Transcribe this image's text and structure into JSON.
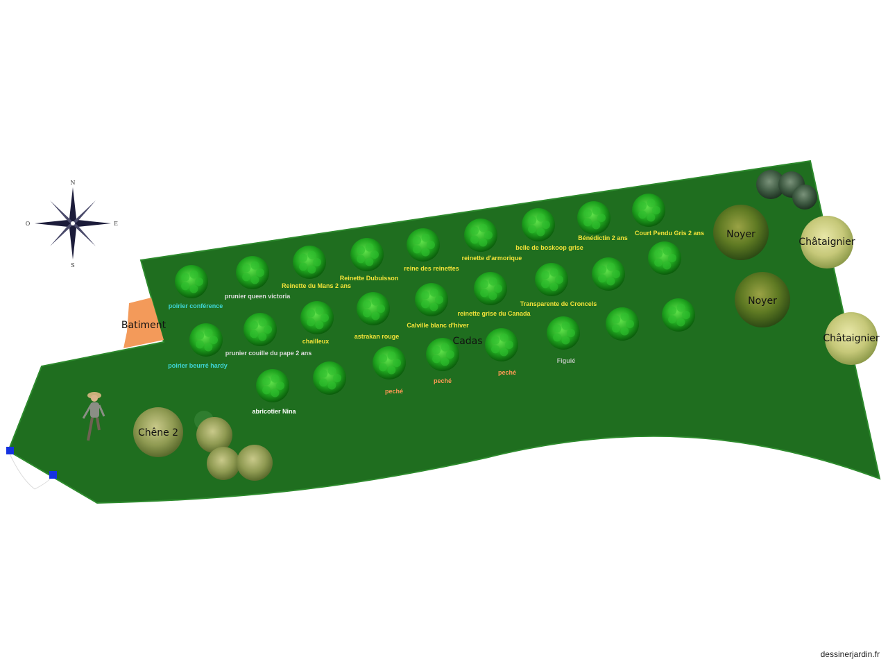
{
  "compass": {
    "north": "N",
    "south": "S",
    "east": "E",
    "west": "O"
  },
  "structures": {
    "building": "Batiment",
    "zone": "Cadas"
  },
  "colors": {
    "lawn": "#1f6e1f",
    "lawn_edge": "#2d8a2d",
    "building": "#f39a5a",
    "label_yellow": "#f2e23a",
    "label_cyan": "#3fd6d6",
    "label_white": "#ffffff",
    "label_orange": "#ff9a55",
    "label_gray": "#b7c2b7"
  },
  "fruit_trees": [
    {
      "label": "poirier conférence",
      "color": "#3fd6d6"
    },
    {
      "label": "prunier queen victoria",
      "color": "#dcdcdc"
    },
    {
      "label": "Reinette du Mans 2 ans",
      "color": "#f2e23a"
    },
    {
      "label": "Reinette Dubuisson",
      "color": "#f2e23a"
    },
    {
      "label": "reine des reinettes",
      "color": "#f2e23a"
    },
    {
      "label": "reinette d'armorique",
      "color": "#f2e23a"
    },
    {
      "label": "belle de boskoop grise",
      "color": "#f2e23a"
    },
    {
      "label": "Bénédictin 2 ans",
      "color": "#f2e23a"
    },
    {
      "label": "Court Pendu Gris 2 ans",
      "color": "#f2e23a"
    },
    {
      "label": "",
      "color": "#f2e23a"
    },
    {
      "label": "prunier couille du pape 2 ans",
      "color": "#dcdcdc"
    },
    {
      "label": "chailleux",
      "color": "#f2e23a"
    },
    {
      "label": "astrakan rouge",
      "color": "#f2e23a"
    },
    {
      "label": "Calville blanc d'hiver",
      "color": "#f2e23a"
    },
    {
      "label": "reinette grise du Canada",
      "color": "#f2e23a"
    },
    {
      "label": "Transparente de Croncels",
      "color": "#f2e23a"
    },
    {
      "label": "",
      "color": "#f2e23a"
    },
    {
      "label": "",
      "color": "#f2e23a"
    },
    {
      "label": "poirier beurré hardy",
      "color": "#3fd6d6"
    },
    {
      "label": "abricotier Nina",
      "color": "#ffffff"
    },
    {
      "label": "",
      "color": "#ffffff"
    },
    {
      "label": "peché",
      "color": "#ff9a55"
    },
    {
      "label": "peché",
      "color": "#ff9a55"
    },
    {
      "label": "peché",
      "color": "#ff9a55"
    },
    {
      "label": "Figuié",
      "color": "#b7c2b7"
    },
    {
      "label": "",
      "color": "#ffffff"
    },
    {
      "label": "",
      "color": "#ffffff"
    }
  ],
  "large_trees": [
    {
      "label": "Noyer"
    },
    {
      "label": "Noyer"
    },
    {
      "label": "Châtaignier"
    },
    {
      "label": "Châtaignier"
    },
    {
      "label": "Chêne 2"
    }
  ],
  "credit": "dessinerjardin.fr"
}
